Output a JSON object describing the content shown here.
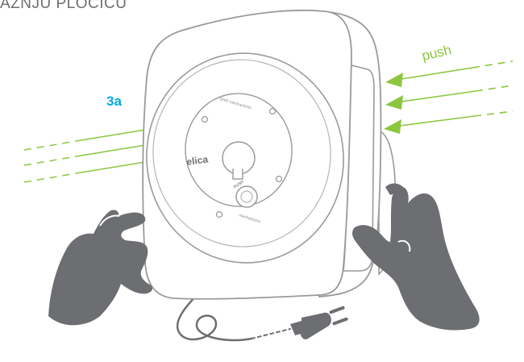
{
  "page": {
    "title": "AZNJU PLOČICU",
    "step_label": "3a",
    "push_label": "push"
  },
  "device": {
    "brand_text": "elica",
    "plate_top_text": "SHIP mechanisms",
    "plate_bottom_text": "mechanisms",
    "button_text": "PUSH"
  },
  "colors": {
    "accent_blue": "#00a9e0",
    "arrow_green": "#8cc63f",
    "hand_gray": "#6d6e71",
    "outline_gray": "#9a9a9a"
  },
  "icons": {
    "hands": "hand-icon",
    "plug": "power-plug-icon",
    "arrows": "arrow-icon"
  }
}
